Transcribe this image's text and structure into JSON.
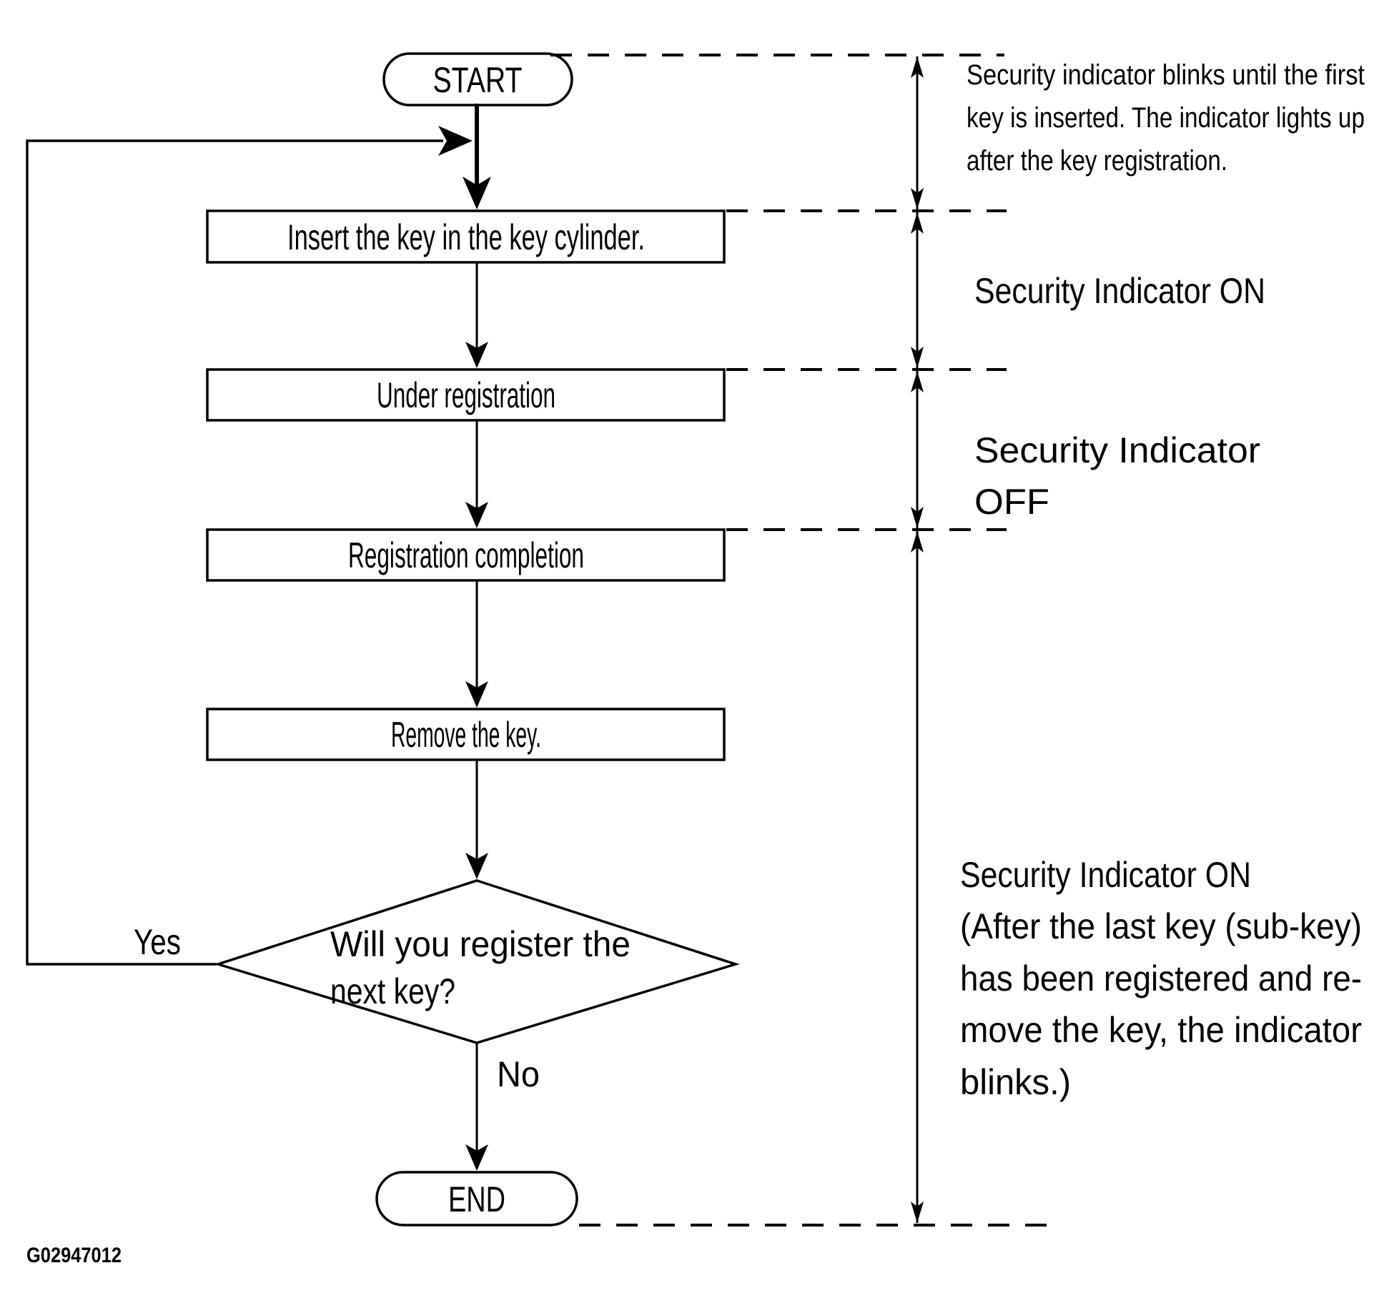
{
  "figure_code": "G02947012",
  "flow": {
    "start_label": "START",
    "steps": [
      {
        "label": "Insert the key in the key cylinder."
      },
      {
        "label": "Under registration"
      },
      {
        "label": "Registration completion"
      },
      {
        "label": "Remove the key."
      }
    ],
    "decision": {
      "line1": "Will you register the",
      "line2": "next key?",
      "yes_label": "Yes",
      "no_label": "No"
    },
    "end_label": "END"
  },
  "annotations": {
    "blink_note": {
      "lines": [
        "Security indicator blinks until the first",
        "key is inserted. The indicator lights up",
        "after the key registration."
      ]
    },
    "indicator_on": "Security Indicator ON",
    "indicator_off": {
      "line1": "Security  Indicator",
      "line2": "OFF"
    },
    "indicator_on_after": {
      "lines": [
        "Security Indicator ON",
        "(After the last key (sub-key)",
        "has been registered and re-",
        "move the key, the indicator",
        "blinks.)"
      ]
    }
  },
  "colors": {
    "ink": "#000000",
    "background": "#ffffff"
  }
}
